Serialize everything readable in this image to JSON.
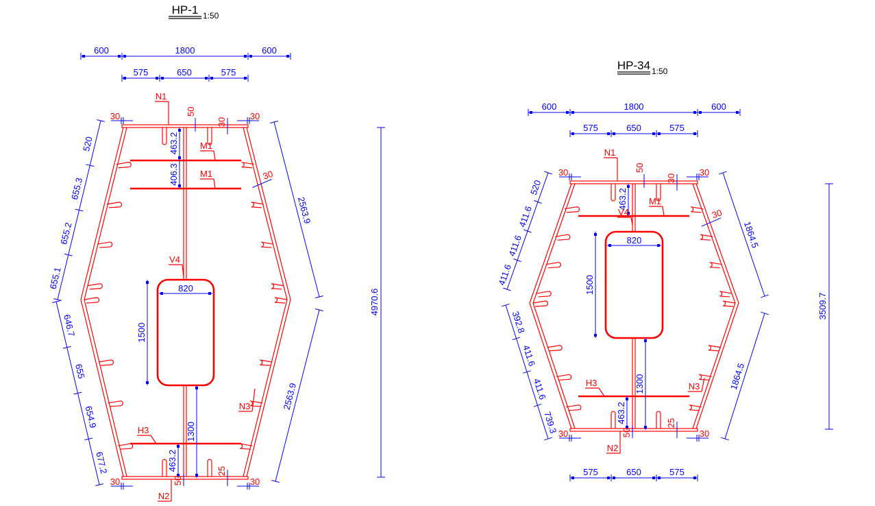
{
  "drawings": [
    {
      "title": "HP-1",
      "scale": "1:50",
      "top_dims_outer": [
        "600",
        "1800",
        "600"
      ],
      "top_dims_inner": [
        "575",
        "650",
        "575"
      ],
      "left_dims_upper": [
        "520",
        "655.3",
        "655.2",
        "655.1"
      ],
      "left_dims_lower": [
        "646.7",
        "655",
        "654.9",
        "677.2"
      ],
      "right_dims": [
        "2563.9",
        "2563.9"
      ],
      "height_dim": "4970.6",
      "inner_dims": {
        "top_to_m1": "463.2",
        "m1_spacing": "406.3",
        "box_width": "820",
        "box_height": "1500",
        "web_lower": "1300",
        "h3_to_bottom": "463.2",
        "top_cover": "50",
        "bottom_cover": "50",
        "top_flange": "30",
        "bottom_flange": "25",
        "side_cover": "30",
        "corner_tl": "30",
        "corner_tr": "30",
        "corner_bl": "30",
        "corner_br": "30"
      },
      "labels": {
        "n1": "N1",
        "m1a": "M1",
        "m1b": "M1",
        "v4": "V4",
        "h3": "H3",
        "n3": "N3",
        "n2": "N2"
      }
    },
    {
      "title": "HP-34",
      "scale": "1:50",
      "top_dims_outer": [
        "600",
        "1800",
        "600"
      ],
      "top_dims_inner": [
        "575",
        "650",
        "575"
      ],
      "bottom_dims": [
        "575",
        "650",
        "575"
      ],
      "left_dims_upper": [
        "520",
        "411.6",
        "411.6",
        "411.6"
      ],
      "left_dims_lower": [
        "392.8",
        "411.6",
        "411.6",
        "739.3"
      ],
      "right_dims": [
        "1864.5",
        "1864.5"
      ],
      "height_dim": "3509.7",
      "inner_dims": {
        "top_to_m1": "463.2",
        "box_width": "820",
        "box_height": "1500",
        "web_lower": "1300",
        "h3_to_bottom": "463.2",
        "top_cover": "50",
        "bottom_cover": "50",
        "top_flange": "30",
        "bottom_flange": "25",
        "side_cover": "30",
        "corner_tl": "30",
        "corner_tr": "30",
        "corner_bl": "30",
        "corner_br": "30"
      },
      "labels": {
        "n1": "N1",
        "m1a": "M1",
        "v4": "V4",
        "h3": "H3",
        "n3": "N3",
        "n2": "N2"
      }
    }
  ]
}
